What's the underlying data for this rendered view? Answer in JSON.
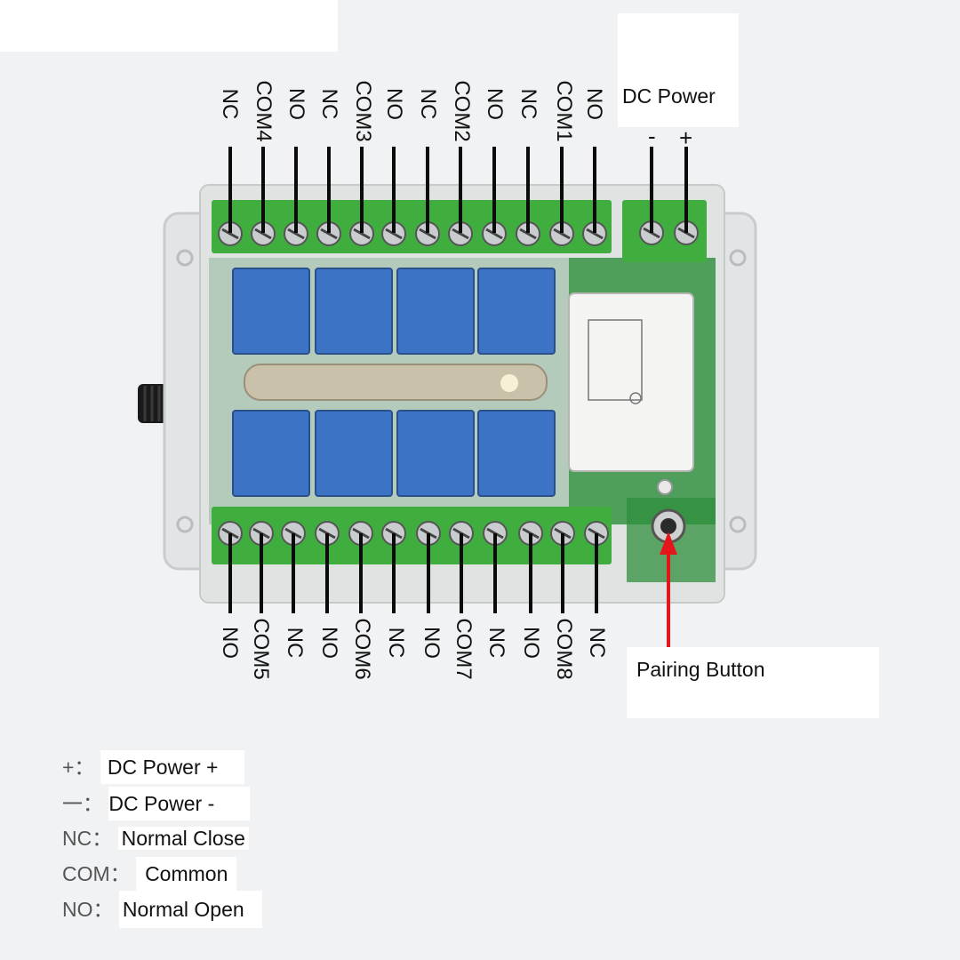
{
  "top_terminals": [
    "NC",
    "COM4",
    "NO",
    "NC",
    "COM3",
    "NO",
    "NC",
    "COM2",
    "NO",
    "NC",
    "COM1",
    "NO"
  ],
  "bottom_terminals": [
    "NO",
    "COM5",
    "NC",
    "NO",
    "COM6",
    "NC",
    "NO",
    "COM7",
    "NC",
    "NO",
    "COM8",
    "NC"
  ],
  "power": {
    "title": "DC Power",
    "minus": "-",
    "plus": "+"
  },
  "pairing_label": "Pairing Button",
  "legend": [
    {
      "key": "+：",
      "value": "DC Power +"
    },
    {
      "key": "一：",
      "value": "DC Power -"
    },
    {
      "key": "NC：",
      "value": "Normal Close"
    },
    {
      "key": "COM：",
      "value": "Common"
    },
    {
      "key": "NO：",
      "value": "Normal Open"
    }
  ],
  "colors": {
    "terminal_green": "#3fae3f",
    "relay_blue": "#3d73c4",
    "pcb_green": "#2f8f3c",
    "arrow_red": "#e5161b"
  }
}
